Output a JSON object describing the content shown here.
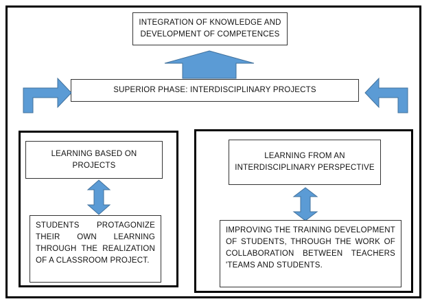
{
  "top_box": {
    "text": "INTEGRATION OF KNOWLEDGE AND DEVELOPMENT OF COMPETENCES"
  },
  "superior_box": {
    "text": "SUPERIOR PHASE: INTERDISCIPLINARY PROJECTS"
  },
  "left_panel": {
    "title": "LEARNING BASED ON PROJECTS",
    "body": "STUDENTS PROTAGONIZE THEIR OWN LEARNING THROUGH THE REALIZATION OF A CLASSROOM PROJECT."
  },
  "right_panel": {
    "title": "LEARNING FROM AN INTERDISCIPLINARY PERSPECTIVE",
    "body": "IMPROVING THE TRAINING DEVELOPMENT OF STUDENTS, THROUGH THE WORK OF COLLABORATION BETWEEN TEACHERS 'TEAMS AND STUDENTS."
  },
  "colors": {
    "arrow_fill": "#5B9BD5",
    "arrow_stroke": "#41719C",
    "border": "#000000"
  }
}
